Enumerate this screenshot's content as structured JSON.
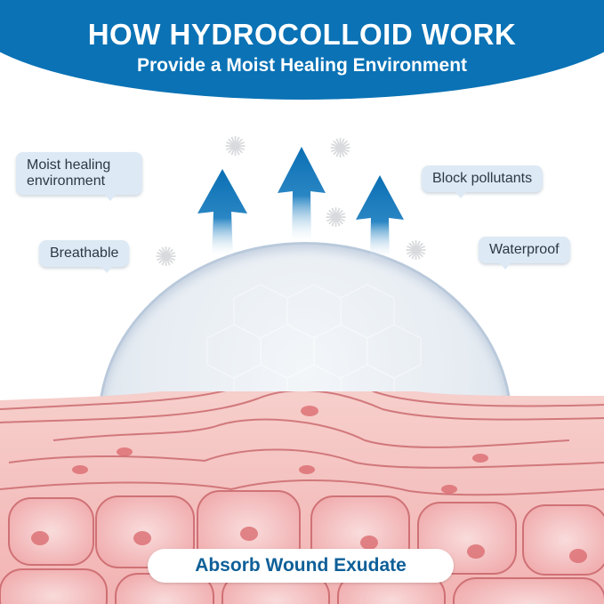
{
  "header": {
    "title": "HOW HYDROCOLLOID WORK",
    "subtitle": "Provide a Moist Healing Environment",
    "background_color": "#0a72b5"
  },
  "features": [
    {
      "label": "Moist healing environment",
      "position": "top-left"
    },
    {
      "label": "Breathable",
      "position": "middle-left"
    },
    {
      "label": "Block pollutants",
      "position": "top-right"
    },
    {
      "label": "Waterproof",
      "position": "middle-right"
    }
  ],
  "icons": {
    "arrows": [
      "arrow-up-icon",
      "arrow-up-icon",
      "arrow-up-icon"
    ],
    "germs": [
      "germ-icon",
      "germ-icon",
      "germ-icon",
      "germ-icon",
      "germ-icon"
    ]
  },
  "footer": {
    "label": "Absorb Wound Exudate",
    "text_color": "#0e5f98"
  },
  "colors": {
    "bubble_bg": "#dde9f4",
    "arrow_blue": "#0a6fb3",
    "skin_pink": "#f4b8b8"
  }
}
